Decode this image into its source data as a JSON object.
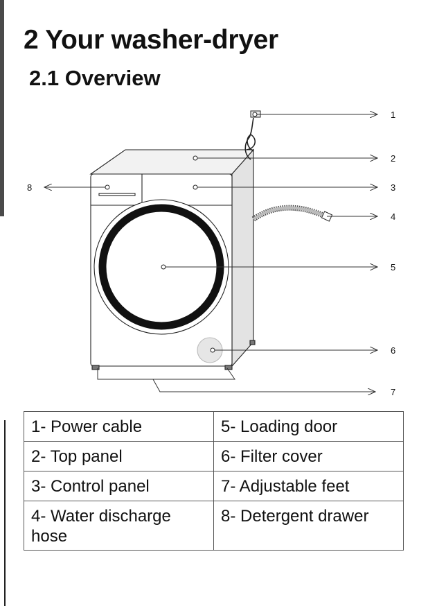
{
  "header": {
    "page_title": "2 Your washer-dryer",
    "section_title": "2.1 Overview"
  },
  "diagram": {
    "callouts": [
      "1",
      "2",
      "3",
      "4",
      "5",
      "6",
      "7",
      "8"
    ]
  },
  "legend": {
    "rows": [
      [
        "1- Power cable",
        "5- Loading door"
      ],
      [
        "2- Top panel",
        "6- Filter cover"
      ],
      [
        "3- Control panel",
        "7- Adjustable feet"
      ],
      [
        "4- Water discharge hose",
        "8- Detergent drawer"
      ]
    ]
  }
}
